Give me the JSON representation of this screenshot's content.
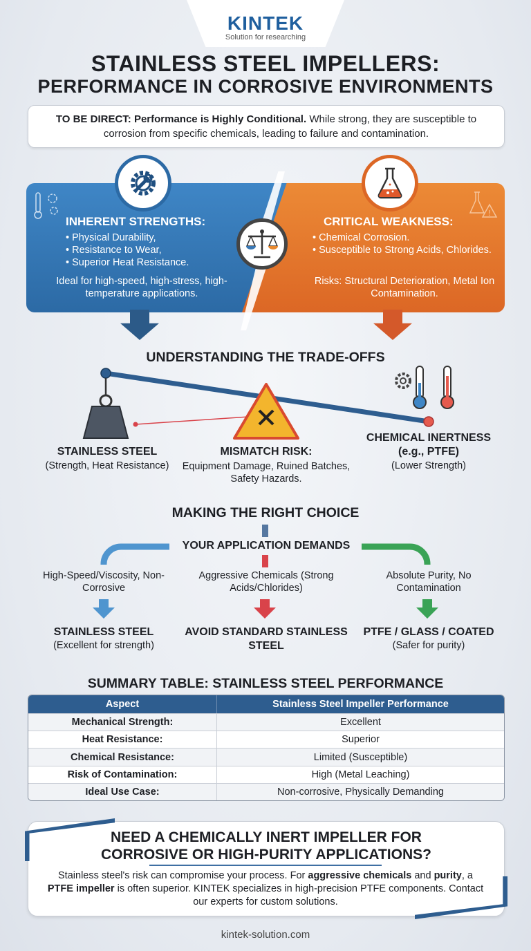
{
  "brand": {
    "name": "KINTEK",
    "tagline": "Solution for researching"
  },
  "title": {
    "line1": "STAINLESS STEEL IMPELLERS:",
    "line2": "PERFORMANCE IN CORROSIVE ENVIRONMENTS"
  },
  "intro": {
    "lead": "TO BE DIRECT: Performance is Highly Conditional.",
    "text": "While strong, they are susceptible to corrosion from specific chemicals, leading to failure and contamination."
  },
  "strengths": {
    "heading": "INHERENT STRENGTHS:",
    "items": [
      "Physical Durability,",
      "Resistance to Wear,",
      "Superior Heat Resistance."
    ],
    "footer": "Ideal for high-speed, high-stress, high-temperature applications."
  },
  "weakness": {
    "heading": "CRITICAL WEAKNESS:",
    "items": [
      "Chemical Corrosion.",
      "Susceptible to Strong Acids, Chlorides."
    ],
    "footer": "Risks: Structural Deterioration, Metal Ion Contamination."
  },
  "tradeoffs": {
    "title": "UNDERSTANDING THE TRADE-OFFS",
    "left_label": "STAINLESS STEEL",
    "left_sub": "(Strength, Heat Resistance)",
    "middle_label": "MISMATCH RISK:",
    "middle_sub": "Equipment Damage, Ruined Batches, Safety Hazards.",
    "right_label": "CHEMICAL INERTNESS",
    "right_label2": "(e.g., PTFE)",
    "right_sub": "(Lower Strength)"
  },
  "choice": {
    "title": "MAKING THE RIGHT CHOICE",
    "demands": "YOUR APPLICATION DEMANDS",
    "options": [
      {
        "condition": "High-Speed/Viscosity, Non-Corrosive",
        "result": "STAINLESS STEEL",
        "sub": "(Excellent for strength)",
        "color": "#4f95cf"
      },
      {
        "condition": "Aggressive Chemicals (Strong Acids/Chlorides)",
        "result": "AVOID STANDARD STAINLESS STEEL",
        "sub": "",
        "color": "#d9434a"
      },
      {
        "condition": "Absolute Purity, No Contamination",
        "result": "PTFE / GLASS / COATED",
        "sub": "(Safer for purity)",
        "color": "#3aa356"
      }
    ]
  },
  "summary_table": {
    "title": "SUMMARY TABLE: STAINLESS STEEL PERFORMANCE",
    "columns": [
      "Aspect",
      "Stainless Steel Impeller Performance"
    ],
    "rows": [
      [
        "Mechanical Strength:",
        "Excellent"
      ],
      [
        "Heat Resistance:",
        "Superior"
      ],
      [
        "Chemical Resistance:",
        "Limited (Susceptible)"
      ],
      [
        "Risk of Contamination:",
        "High (Metal Leaching)"
      ],
      [
        "Ideal Use Case:",
        "Non-corrosive, Physically Demanding"
      ]
    ]
  },
  "cta": {
    "title_line1": "NEED A CHEMICALLY INERT IMPELLER FOR",
    "title_line2": "CORROSIVE OR HIGH-PURITY APPLICATIONS?",
    "body_1": "Stainless steel's risk can compromise your process. For ",
    "body_bold1": "aggressive chemicals",
    "body_2": " and ",
    "body_bold2": "purity",
    "body_3": ", a ",
    "body_bold3": "PTFE impeller",
    "body_4": " is often superior. KINTEK specializes in high-precision PTFE components. Contact our experts for custom solutions."
  },
  "footer": "kintek-solution.com",
  "colors": {
    "blue_panel": "#2c6aa5",
    "orange_panel": "#dc6725",
    "table_header": "#2e5d8f",
    "green": "#3aa356",
    "red": "#d9434a"
  },
  "icons": [
    "gear-wrench-icon",
    "flask-icon",
    "balance-scale-icon",
    "weight-icon",
    "warning-icon",
    "thermometer-icon"
  ]
}
